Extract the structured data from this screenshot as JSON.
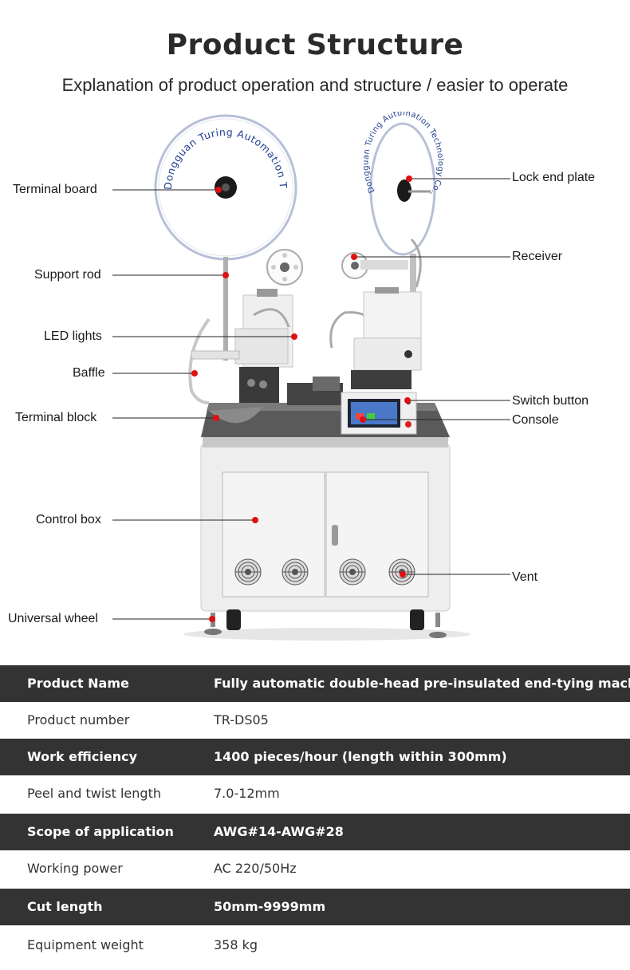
{
  "header": {
    "title": "Product Structure",
    "subtitle": "Explanation of product operation and structure / easier to operate"
  },
  "reel_text": "Dongguan Turing Automation Technology Co., Ltd.",
  "callouts": {
    "terminal_board": "Terminal board",
    "support_rod": "Support rod",
    "led_lights": "LED lights",
    "baffle": "Baffle",
    "terminal_block": "Terminal block",
    "control_box": "Control box",
    "universal_wheel": "Universal wheel",
    "lock_end_plate": "Lock end plate",
    "receiver": "Receiver",
    "switch_button": "Switch button",
    "console": "Console",
    "vent": "Vent"
  },
  "specs": [
    {
      "label": "Product Name",
      "value": "Fully automatic double-head pre-insulated end-tying machine"
    },
    {
      "label": "Product number",
      "value": "TR-DS05"
    },
    {
      "label": "Work efficiency",
      "value": "1400 pieces/hour (length within 300mm)"
    },
    {
      "label": "Peel and twist length",
      "value": "7.0-12mm"
    },
    {
      "label": "Scope of application",
      "value": "AWG#14-AWG#28"
    },
    {
      "label": "Working power",
      "value": "AC 220/50Hz"
    },
    {
      "label": "Cut length",
      "value": "50mm-9999mm"
    },
    {
      "label": "Equipment weight",
      "value": "358 kg"
    }
  ],
  "colors": {
    "callout_dot": "#e01010",
    "spec_dark_row": "#333333",
    "reel_text": "#1f3f8f"
  }
}
